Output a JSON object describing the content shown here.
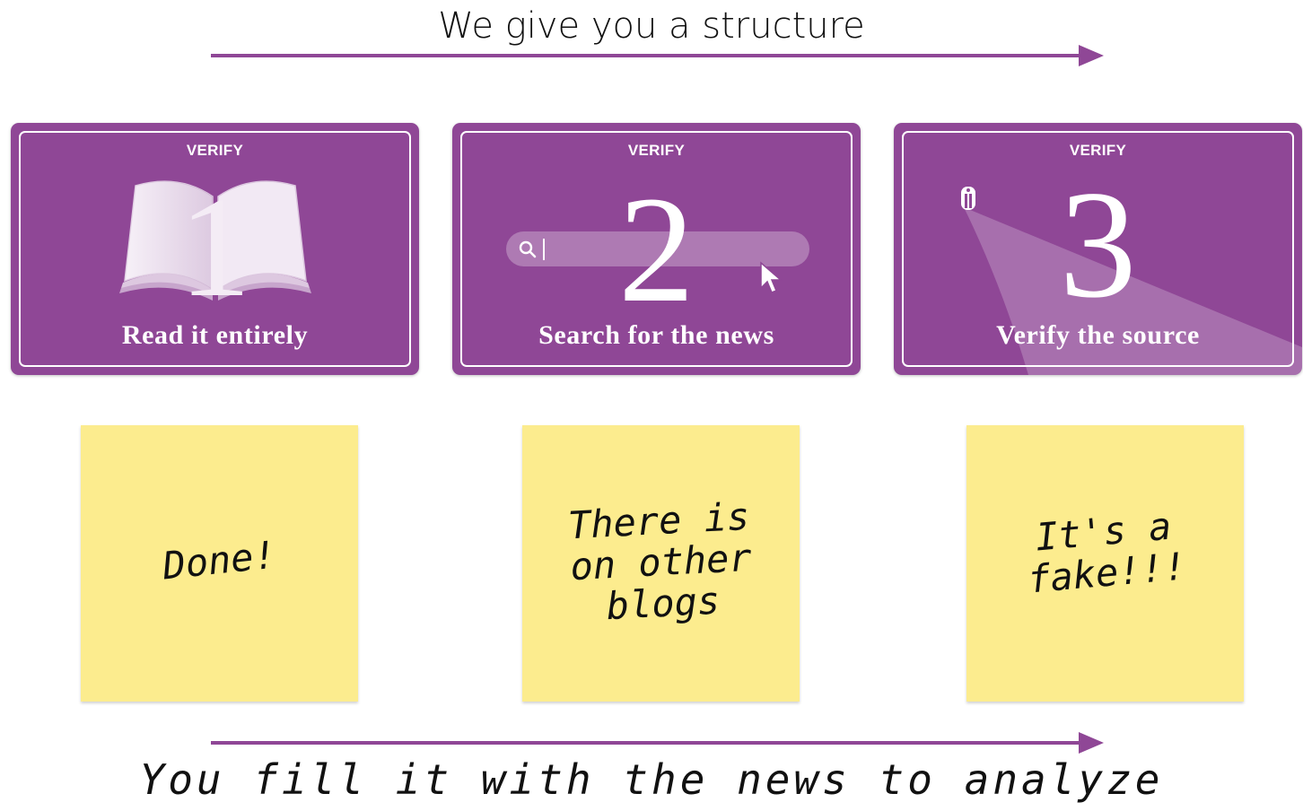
{
  "top_title": "We give you a structure",
  "bottom_title": "You fill it with the news to analyze",
  "colors": {
    "card_purple": "#8f4796",
    "note_yellow": "#fcec8e",
    "arrow_purple": "#8f4796"
  },
  "cards": [
    {
      "tag": "VERIFY",
      "number": "1",
      "caption": "Read it entirely",
      "icon": "open-book-icon"
    },
    {
      "tag": "VERIFY",
      "number": "2",
      "caption": "Search for the news",
      "icon": "search-icon"
    },
    {
      "tag": "VERIFY",
      "number": "3",
      "caption": "Verify the source",
      "icon": "spotlight-icon"
    }
  ],
  "notes": [
    {
      "text": "Done!"
    },
    {
      "text": "There is\non other\nblogs"
    },
    {
      "text": "It's a\nfake!!!"
    }
  ]
}
